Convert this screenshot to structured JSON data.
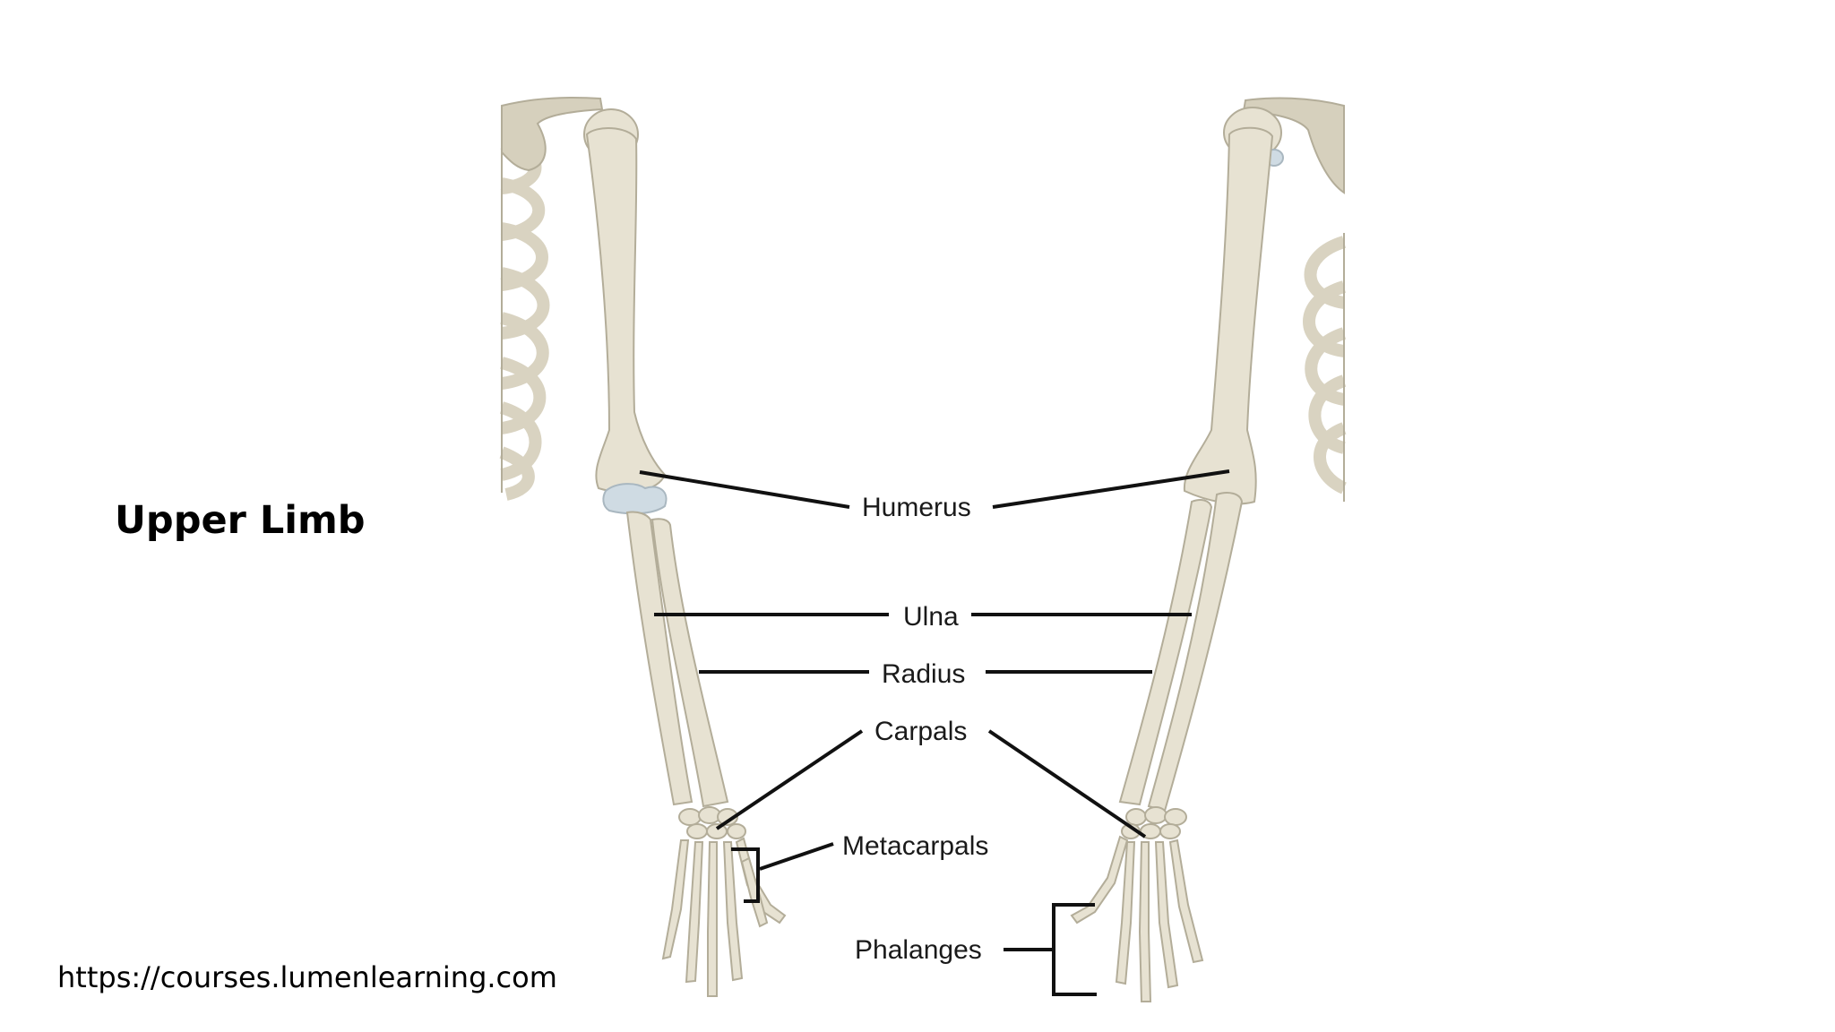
{
  "slide": {
    "title": "Upper Limb",
    "source": "https://courses.lumenlearning.com"
  },
  "diagram": {
    "labels": {
      "humerus": "Humerus",
      "ulna": "Ulna",
      "radius": "Radius",
      "carpals": "Carpals",
      "metacarpals": "Metacarpals",
      "phalanges": "Phalanges"
    }
  },
  "colors": {
    "bone": "#e7e2d2",
    "bone_outline": "#b3ad99",
    "leader_line": "#111111",
    "background": "#ffffff"
  }
}
